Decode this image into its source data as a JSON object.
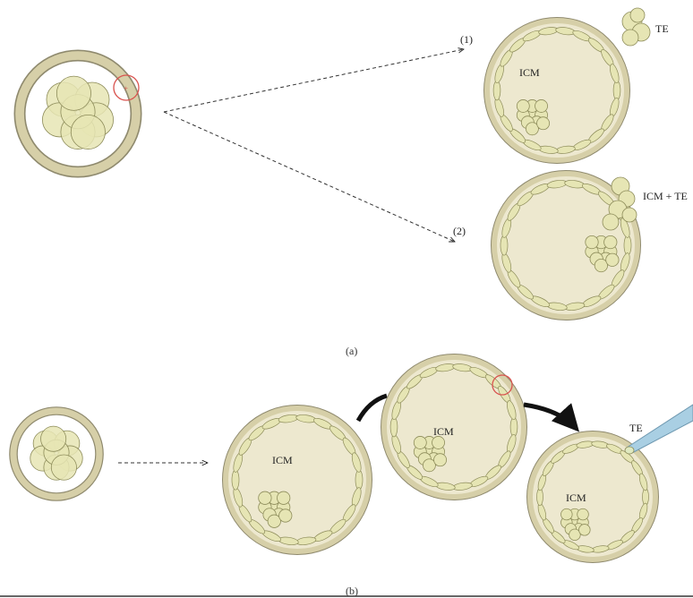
{
  "colors": {
    "zona": "#d6cfa8",
    "zona_edge": "#8f8a6e",
    "cell": "#e6e5b4",
    "cell_edge": "#8d8c5a",
    "cavity": "#ede8cf",
    "laser": "#d9534f",
    "arrow": "#222222",
    "pipette": "#a9cfe3"
  },
  "panel_a": {
    "caption": "(a)",
    "route_1": "(1)",
    "route_2": "(2)",
    "label_te": "TE",
    "label_icm": "ICM",
    "label_icm_te": "ICM + TE"
  },
  "panel_b": {
    "caption": "(b)",
    "label_icm_1": "ICM",
    "label_icm_2": "ICM",
    "label_icm_3": "ICM",
    "label_te": "TE"
  }
}
